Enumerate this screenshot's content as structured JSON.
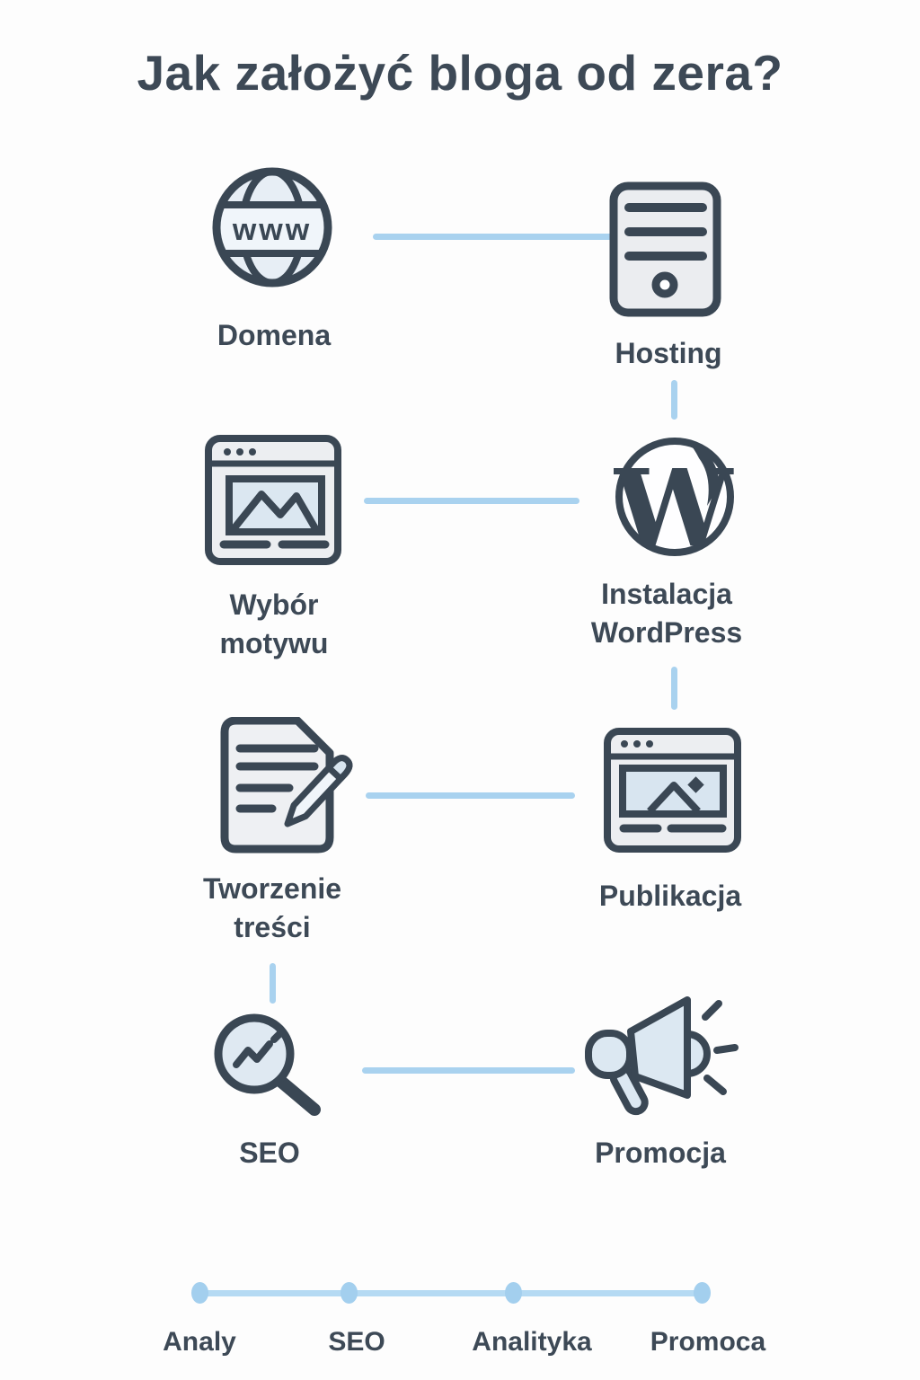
{
  "title": "Jak założyć bloga od zera?",
  "steps": [
    {
      "label": "Domena",
      "icon": "www-globe-icon"
    },
    {
      "label": "Hosting",
      "icon": "server-icon"
    },
    {
      "label": "Wybór motywu",
      "icon": "browser-theme-icon"
    },
    {
      "label": "Instalacja WordPress",
      "icon": "wordpress-icon"
    },
    {
      "label": "Tworzenie treści",
      "icon": "document-pencil-icon"
    },
    {
      "label": "Publikacja",
      "icon": "browser-publish-icon"
    },
    {
      "label": "SEO",
      "icon": "magnifier-chart-icon"
    },
    {
      "label": "Promocja",
      "icon": "megaphone-icon"
    }
  ],
  "icon_texts": {
    "globe": "www",
    "wordpress": "W"
  },
  "timeline": {
    "labels": [
      "Analy",
      "SEO",
      "Analityka",
      "Promoca"
    ]
  },
  "colors": {
    "ink": "#3a4754",
    "icon_fill_blue": "#dce8f2",
    "icon_fill_gray": "#ebedf0",
    "icon_fill_light": "#f0f5fa",
    "connector": "#a9d2ef",
    "timeline_dot": "#a3cfee",
    "timeline_line": "#b5daf3",
    "background": "#fdfdfd"
  }
}
